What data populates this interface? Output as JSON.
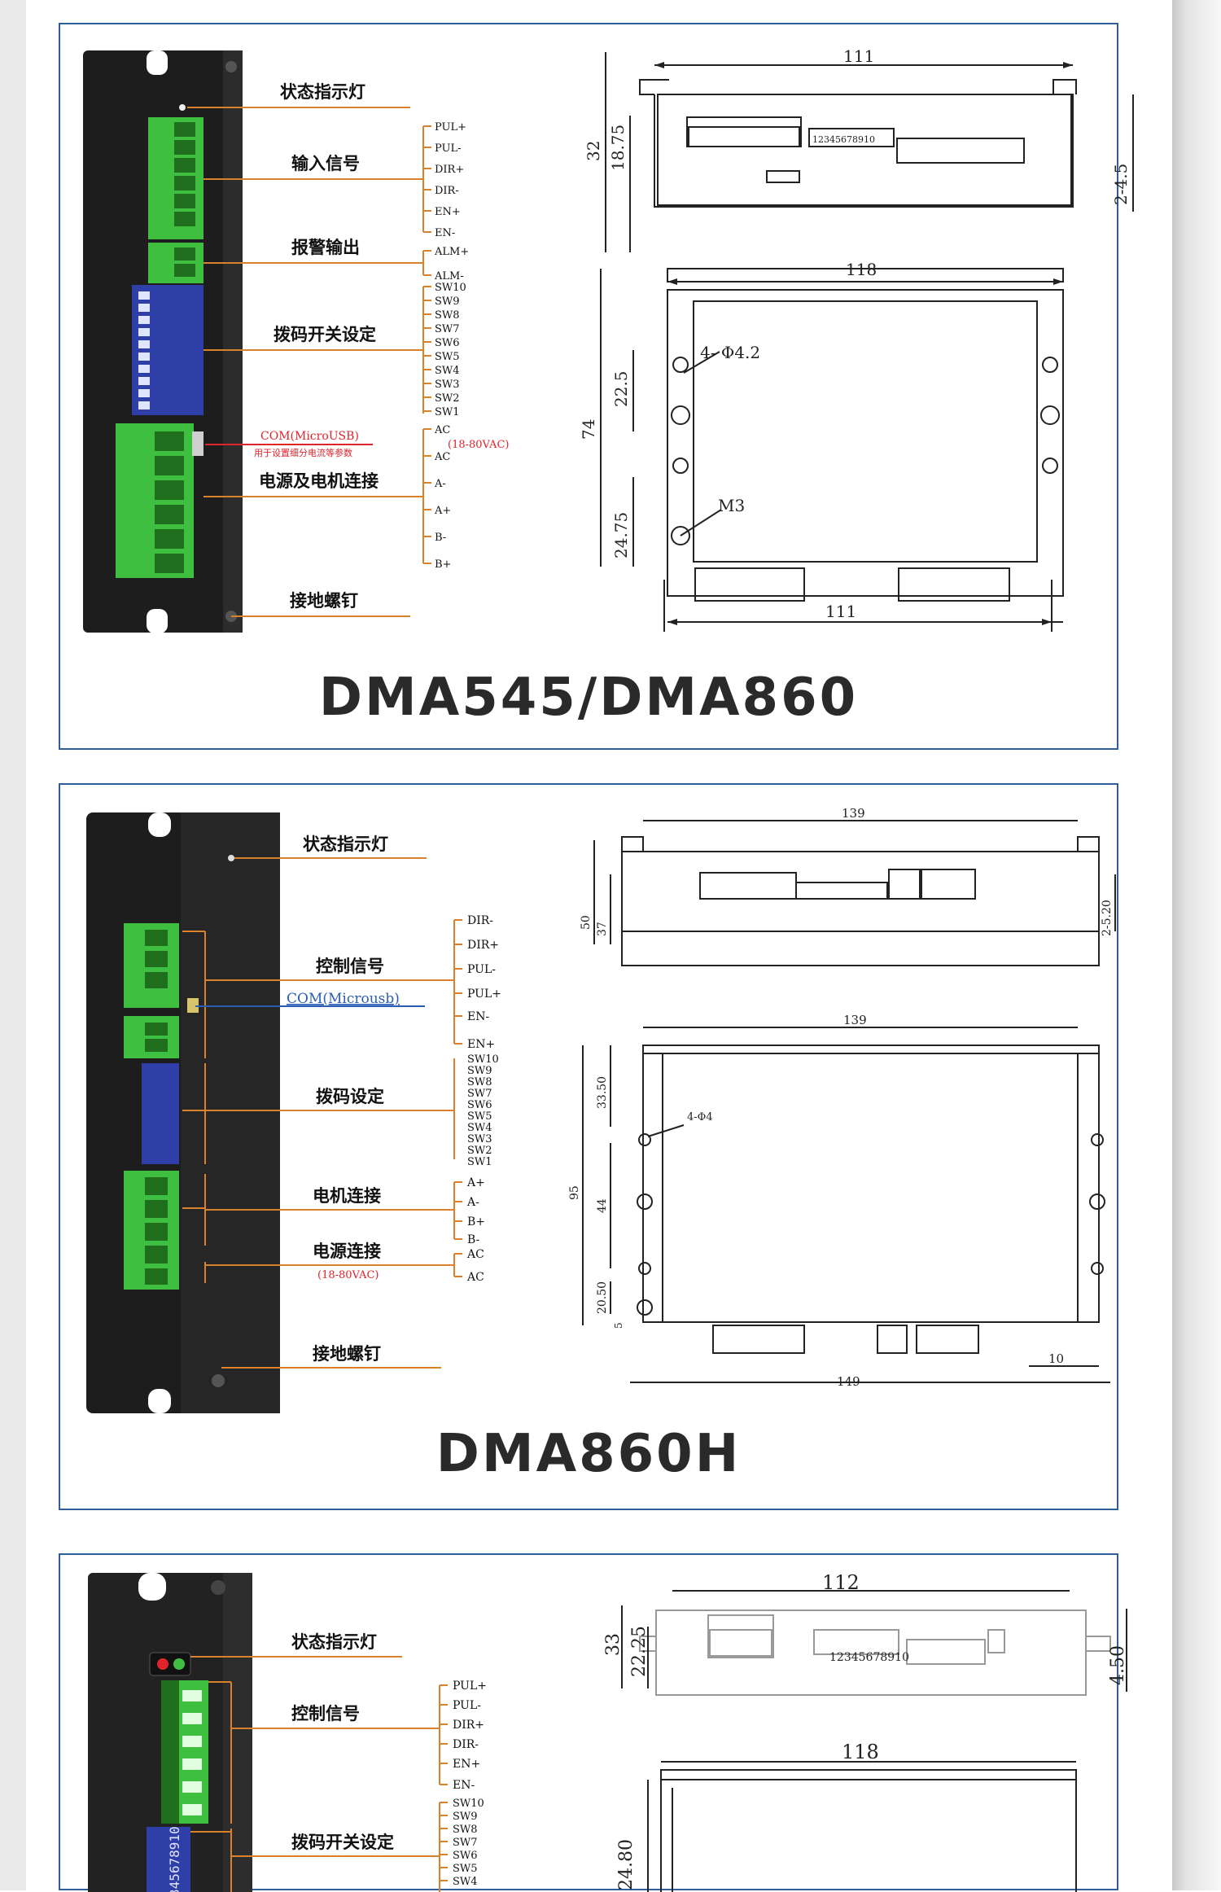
{
  "panel1": {
    "model": "DMA545/DMA860",
    "labels": {
      "status_led": "状态指示灯",
      "input_signal": "输入信号",
      "alarm_output": "报警输出",
      "dip_setting": "拨码开关设定",
      "com_port": "COM(MicroUSB)",
      "com_note": "用于设置细分电流等参数",
      "power_motor": "电源及电机连接",
      "ground_screw": "接地螺钉",
      "voltage": "(18-80VAC)"
    },
    "input_pins": [
      "PUL+",
      "PUL-",
      "DIR+",
      "DIR-",
      "EN+",
      "EN-"
    ],
    "alarm_pins": [
      "ALM+",
      "ALM-"
    ],
    "dip_pins": [
      "SW10",
      "SW9",
      "SW8",
      "SW7",
      "SW6",
      "SW5",
      "SW4",
      "SW3",
      "SW2",
      "SW1"
    ],
    "power_pins": [
      "AC",
      "AC",
      "A-",
      "A+",
      "B-",
      "B+"
    ],
    "dims": {
      "side_width": "111",
      "side_height": "32",
      "side_inner": "18.75",
      "side_hole": "2-4.5",
      "top_width": "118",
      "top_height": "74",
      "top_a": "22.5",
      "top_b": "24.75",
      "holes": "4- Φ4.2",
      "screw": "M3",
      "bottom_width": "111"
    }
  },
  "panel2": {
    "model": "DMA860H",
    "labels": {
      "status_led": "状态指示灯",
      "control_signal": "控制信号",
      "com_port": "COM(Microusb)",
      "dip_setting": "拨码设定",
      "motor_conn": "电机连接",
      "power_conn": "电源连接",
      "voltage": "(18-80VAC)",
      "ground_screw": "接地螺钉"
    },
    "control_pins": [
      "DIR-",
      "DIR+",
      "PUL-",
      "PUL+",
      "EN-",
      "EN+"
    ],
    "dip_pins": [
      "SW10",
      "SW9",
      "SW8",
      "SW7",
      "SW6",
      "SW5",
      "SW4",
      "SW3",
      "SW2",
      "SW1"
    ],
    "motor_pins": [
      "A+",
      "A-",
      "B+",
      "B-"
    ],
    "power_pins": [
      "AC",
      "AC"
    ],
    "dims": {
      "side_width": "139",
      "side_height": "50",
      "side_inner": "37",
      "side_hole": "2-5.20",
      "top_width": "139",
      "top_height": "95",
      "top_a": "33.50",
      "top_b": "44",
      "top_c": "20.50",
      "top_d": "5",
      "holes": "4-Φ4",
      "bottom_width": "149",
      "bottom_right": "10"
    }
  },
  "panel3": {
    "labels": {
      "status_led": "状态指示灯",
      "control_signal": "控制信号",
      "dip_setting": "拨码开关设定"
    },
    "control_pins": [
      "PUL+",
      "PUL-",
      "DIR+",
      "DIR-",
      "EN+",
      "EN-"
    ],
    "dip_pins": [
      "SW10",
      "SW9",
      "SW8",
      "SW7",
      "SW6",
      "SW5",
      "SW4"
    ],
    "dip_numbers": "12345678910",
    "dims": {
      "side_width": "112",
      "side_height": "33",
      "side_inner": "22.25",
      "side_hole": "4.50",
      "top_width": "118",
      "top_a": "24.80"
    }
  }
}
